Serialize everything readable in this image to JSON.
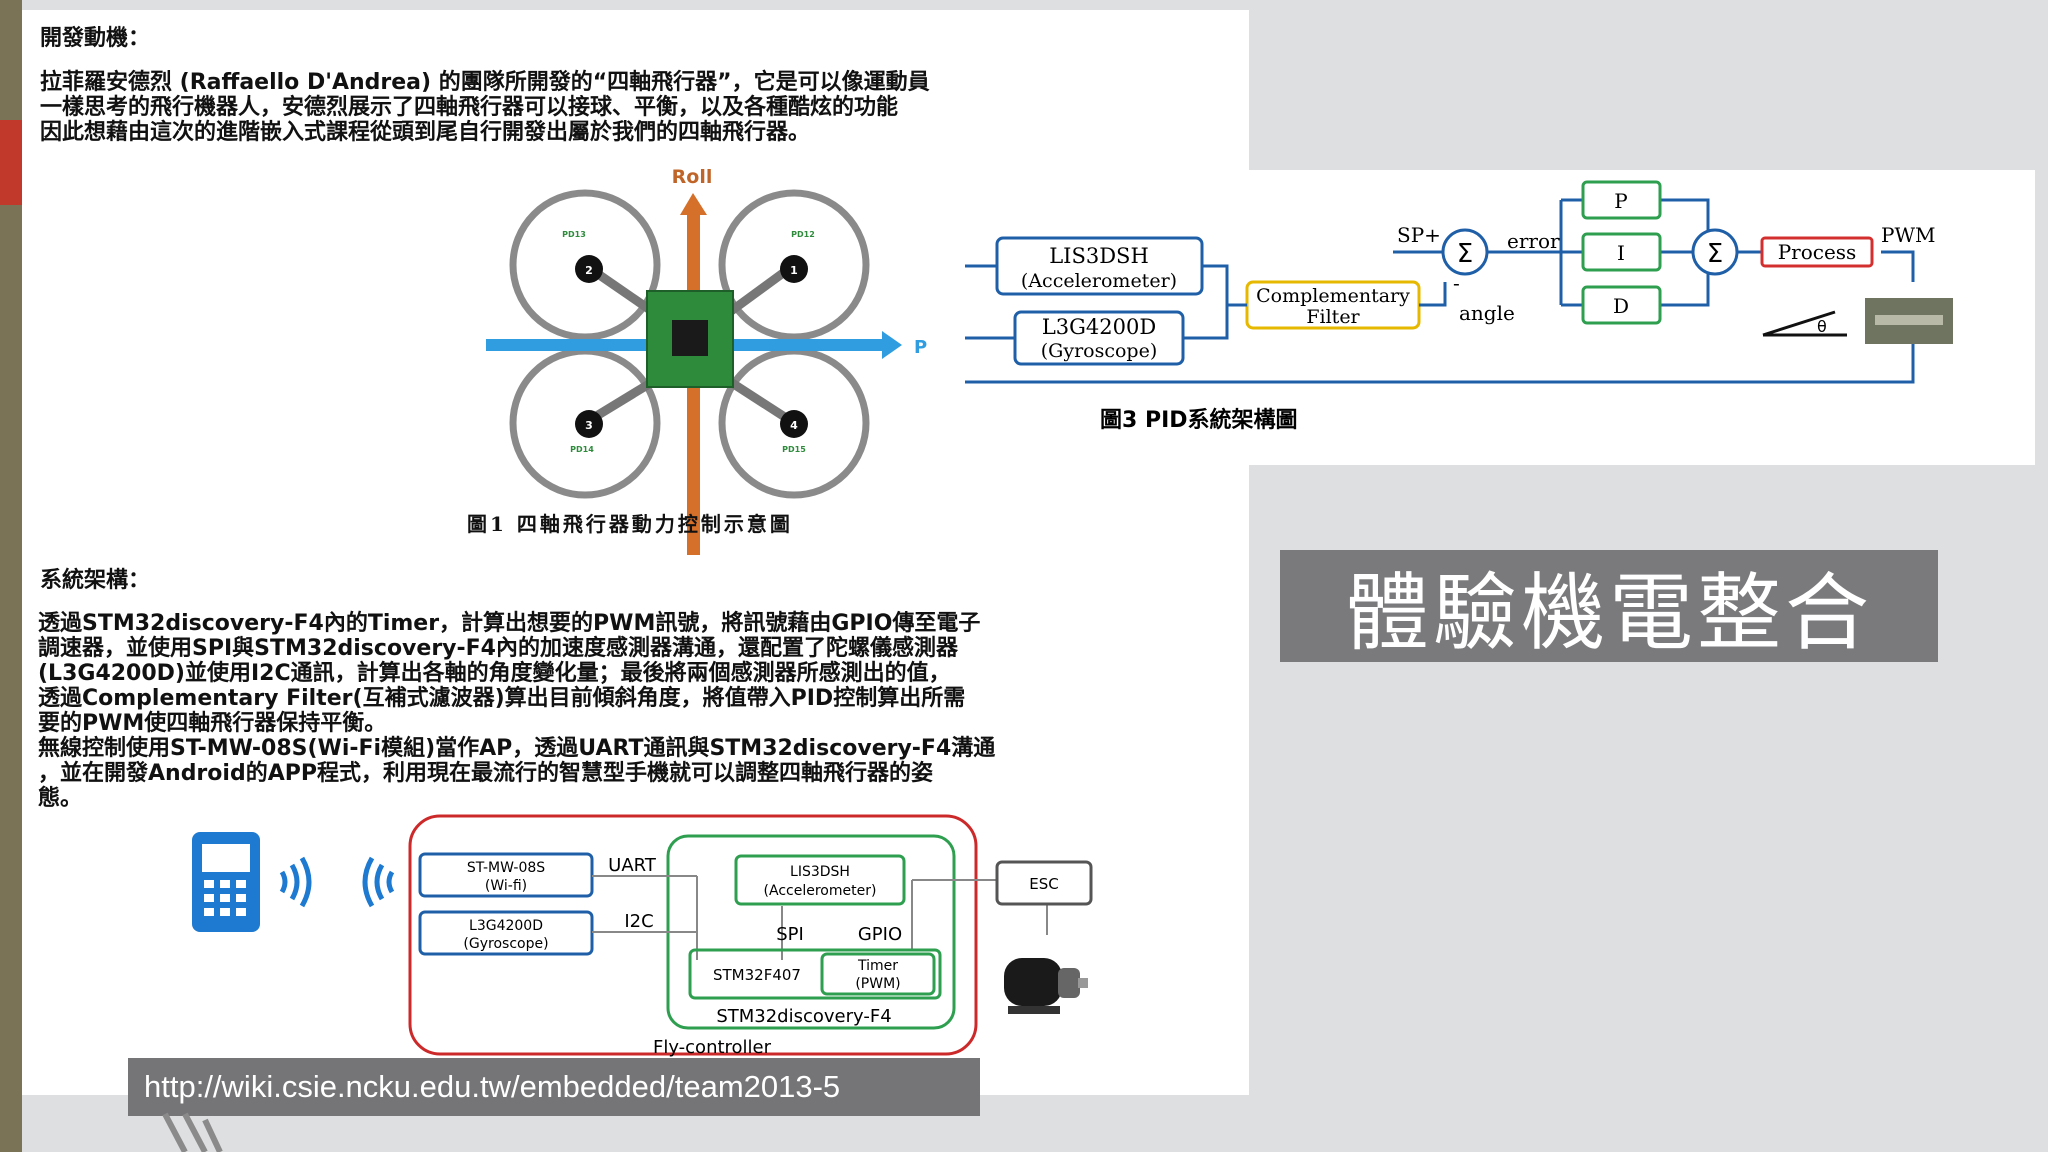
{
  "slide": {
    "title": "體驗機電整合"
  },
  "colors": {
    "sidebar": "#7b7355",
    "accent": "#c0392b",
    "title_bg": "#7a7a7c",
    "pid_box": "#2e9e4f",
    "process_box": "#d32f2f",
    "filter_box": "#e6b800",
    "sensor_box": "#1f5fa8"
  },
  "document": {
    "heading_motivation": "開發動機：",
    "motivation_lines": [
      "拉菲羅安德烈 (Raffaello D'Andrea) 的團隊所開發的“四軸飛行器”，它是可以像運動員",
      "一樣思考的飛行機器人，安德烈展示了四軸飛行器可以接球、平衡，以及各種酷炫的功能",
      "因此想藉由這次的進階嵌入式課程從頭到尾自行開發出屬於我們的四軸飛行器。"
    ],
    "heading_architecture": "系統架構：",
    "architecture_lines": [
      "透過STM32discovery-F4內的Timer，計算出想要的PWM訊號，將訊號藉由GPIO傳至電子",
      "調速器，並使用SPI與STM32discovery-F4內的加速度感測器溝通，還配置了陀螺儀感測器",
      "(L3G4200D)並使用I2C通訊，計算出各軸的角度變化量；最後將兩個感測器所感測出的值，",
      "透過Complementary Filter(互補式濾波器)算出目前傾斜角度，將值帶入PID控制算出所需",
      "要的PWM使四軸飛行器保持平衡。",
      "無線控制使用ST-MW-08S(Wi-Fi模組)當作AP，透過UART通訊與STM32discovery-F4溝通",
      "，並在開發Android的APP程式，利用現在最流行的智慧型手機就可以調整四軸飛行器的姿",
      "態。"
    ]
  },
  "figure1": {
    "roll_label": "Roll",
    "pitch_label": "P",
    "motors": [
      {
        "number": "2",
        "pin": "PD13"
      },
      {
        "number": "1",
        "pin": "PD12"
      },
      {
        "number": "3",
        "pin": "PD14"
      },
      {
        "number": "4",
        "pin": "PD15"
      }
    ],
    "caption": "圖1 四軸飛行器動力控制示意圖"
  },
  "figure3": {
    "accel_name": "LIS3DSH",
    "accel_desc": "(Accelerometer)",
    "gyro_name": "L3G4200D",
    "gyro_desc": "(Gyroscope)",
    "filter_line1": "Complementary",
    "filter_line2": "Filter",
    "sp_label": "SP+",
    "minus_label": "-",
    "sum_symbol": "Σ",
    "error_label": "error",
    "angle_label": "angle",
    "p_label": "P",
    "i_label": "I",
    "d_label": "D",
    "process_label": "Process",
    "pwm_label": "PWM",
    "theta_label": "θ",
    "caption": "圖3 PID系統架構圖"
  },
  "figure_block": {
    "wifi_line1": "ST-MW-08S",
    "wifi_line2": "(Wi-fi)",
    "gyro_line1": "L3G4200D",
    "gyro_line2": "(Gyroscope)",
    "uart": "UART",
    "i2c": "I2C",
    "accel_line1": "LIS3DSH",
    "accel_line2": "(Accelerometer)",
    "spi": "SPI",
    "gpio": "GPIO",
    "stm": "STM32F407",
    "timer_line1": "Timer",
    "timer_line2": "(PWM)",
    "board": "STM32discovery-F4",
    "controller": "Fly-controller",
    "esc": "ESC"
  },
  "footer": {
    "url": "http://wiki.csie.ncku.edu.tw/embedded/team2013-5"
  }
}
